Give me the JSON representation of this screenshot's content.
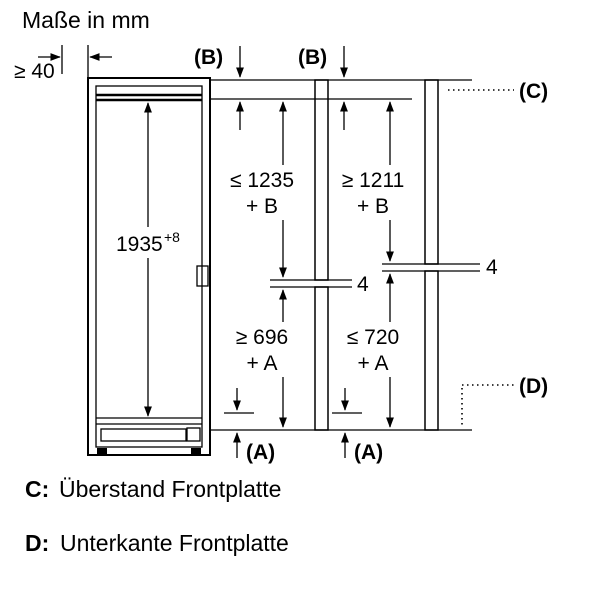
{
  "title": "Maße in mm",
  "colors": {
    "ink": "#000000",
    "background": "#ffffff",
    "panel_fill": "#ededed"
  },
  "diagram": {
    "wall_gap": "≥ 40",
    "height_value": "1935",
    "height_tolerance": "+8",
    "upper_left": {
      "value": "≤ 1235",
      "addend": "+ B"
    },
    "upper_right": {
      "value": "≥ 1211",
      "addend": "+ B"
    },
    "lower_left": {
      "value": "≥ 696",
      "addend": "+ A"
    },
    "lower_right": {
      "value": "≤ 720",
      "addend": "+ A"
    },
    "seam_gap_left": "4",
    "seam_gap_right": "4",
    "ref_b1": "(B)",
    "ref_b2": "(B)",
    "ref_c": "(C)",
    "ref_d": "(D)",
    "ref_a1": "(A)",
    "ref_a2": "(A)"
  },
  "legend": {
    "c": {
      "key": "C:",
      "text": "Überstand Frontplatte"
    },
    "d": {
      "key": "D:",
      "text": "Unterkante Frontplatte"
    }
  }
}
